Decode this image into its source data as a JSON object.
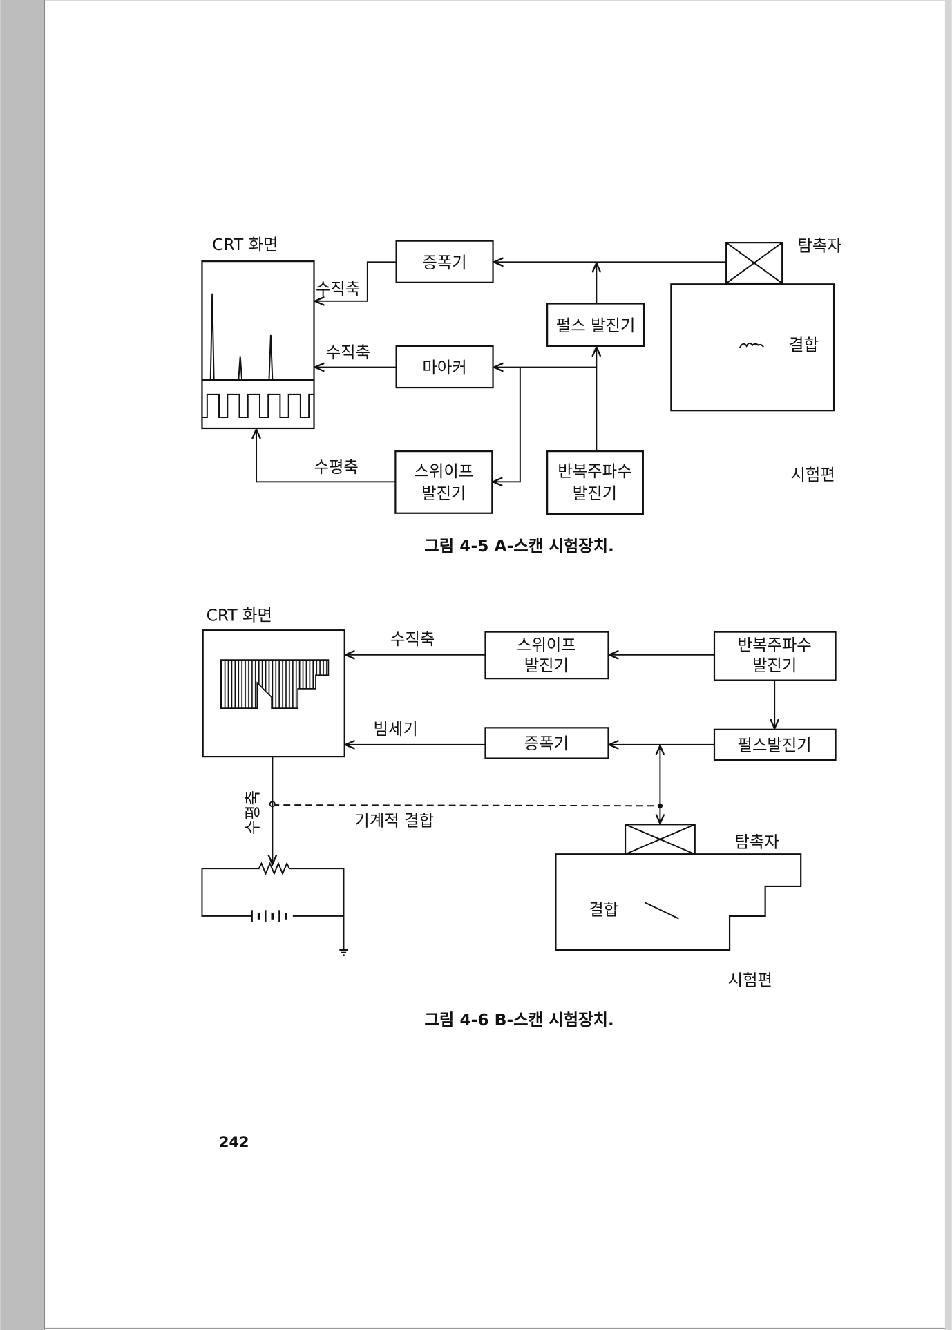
{
  "page_number": "242",
  "figure_a": {
    "crt_label": "CRT 화면",
    "amplifier": "증폭기",
    "probe": "탐촉자",
    "pulse_generator": "펄스 발진기",
    "marker": "마아커",
    "defect": "결합",
    "sweep_line1": "스위이프",
    "sweep_line2": "발진기",
    "rep_line1": "반복주파수",
    "rep_line2": "발진기",
    "specimen": "시험편",
    "vertical_axis_1": "수직축",
    "vertical_axis_2": "수직축",
    "horizontal_axis": "수평축",
    "caption": "그림 4-5   A-스캔 시험장치."
  },
  "figure_b": {
    "crt_label": "CRT 화면",
    "vertical_axis": "수직축",
    "sweep_line1": "스위이프",
    "sweep_line2": "발진기",
    "rep_line1": "반복주파수",
    "rep_line2": "발진기",
    "beam_intensity": "빔세기",
    "amplifier": "증폭기",
    "pulse_generator": "펄스발진기",
    "horizontal_axis": "수평축",
    "mechanical_coupling": "기계적 결합",
    "probe": "탐촉자",
    "defect": "결합",
    "specimen": "시험편",
    "caption": "그림 4-6   B-스캔 시험장치."
  }
}
